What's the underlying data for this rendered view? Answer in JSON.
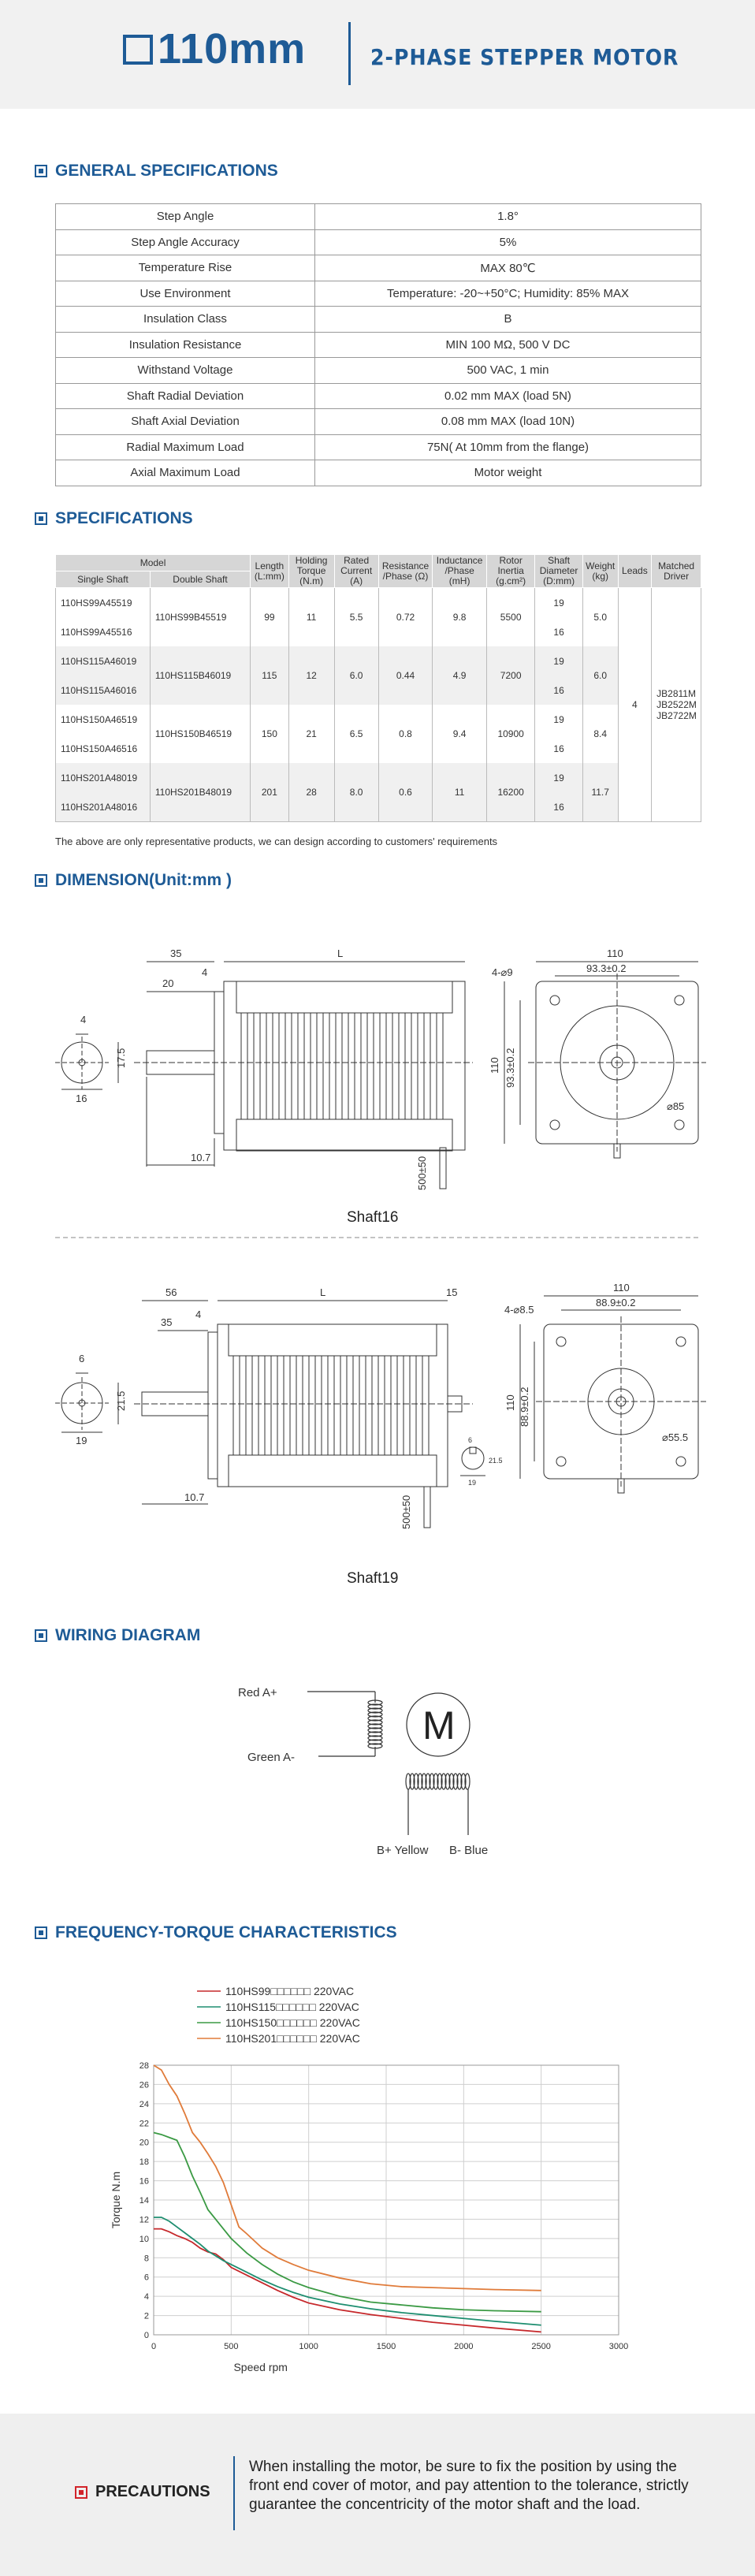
{
  "header": {
    "size": "110mm",
    "subtitle": "2-PHASE STEPPER MOTOR"
  },
  "sections": {
    "general": "GENERAL SPECIFICATIONS",
    "specs": "SPECIFICATIONS",
    "dimension": "DIMENSION(Unit:mm )",
    "wiring": "WIRING DIAGRAM",
    "ftc": "FREQUENCY-TORQUE CHARACTERISTICS"
  },
  "general_specs": [
    [
      "Step Angle",
      "1.8°"
    ],
    [
      "Step Angle Accuracy",
      "5%"
    ],
    [
      "Temperature Rise",
      "MAX 80℃"
    ],
    [
      "Use Environment",
      "Temperature: -20~+50°C; Humidity: 85% MAX"
    ],
    [
      "Insulation Class",
      "B"
    ],
    [
      "Insulation Resistance",
      "MIN 100 MΩ,   500 V DC"
    ],
    [
      "Withstand Voltage",
      "500 VAC,   1 min"
    ],
    [
      "Shaft Radial Deviation",
      "0.02 mm MAX (load 5N)"
    ],
    [
      "Shaft Axial Deviation",
      "0.08 mm MAX (load 10N)"
    ],
    [
      "Radial Maximum Load",
      "75N( At 10mm from the flange)"
    ],
    [
      "Axial Maximum Load",
      "Motor weight"
    ]
  ],
  "spec_table": {
    "h_model": "Model",
    "h_single": "Single Shaft",
    "h_double": "Double Shaft",
    "h_length": "Length (L:mm)",
    "h_torque": "Holding Torque (N.m)",
    "h_current": "Rated Current (A)",
    "h_resistance": "Resistance /Phase (Ω)",
    "h_inductance": "Inductance /Phase (mH)",
    "h_inertia": "Rotor Inertia (g.cm²)",
    "h_shaft": "Shaft Diameter (D:mm)",
    "h_weight": "Weight (kg)",
    "h_leads": "Leads",
    "h_driver": "Matched Driver",
    "groups": [
      {
        "single1": "110HS99A45519",
        "double": "110HS99B45519",
        "single2": "110HS99A45516",
        "length": "99",
        "torque": "11",
        "current": "5.5",
        "resistance": "0.72",
        "inductance": "9.8",
        "inertia": "5500",
        "shaft1": "19",
        "shaft2": "16",
        "weight": "5.0"
      },
      {
        "single1": "110HS115A46019",
        "double": "110HS115B46019",
        "single2": "110HS115A46016",
        "length": "115",
        "torque": "12",
        "current": "6.0",
        "resistance": "0.44",
        "inductance": "4.9",
        "inertia": "7200",
        "shaft1": "19",
        "shaft2": "16",
        "weight": "6.0"
      },
      {
        "single1": "110HS150A46519",
        "double": "110HS150B46519",
        "single2": "110HS150A46516",
        "length": "150",
        "torque": "21",
        "current": "6.5",
        "resistance": "0.8",
        "inductance": "9.4",
        "inertia": "10900",
        "shaft1": "19",
        "shaft2": "16",
        "weight": "8.4"
      },
      {
        "single1": "110HS201A48019",
        "double": "110HS201B48019",
        "single2": "110HS201A48016",
        "length": "201",
        "torque": "28",
        "current": "8.0",
        "resistance": "0.6",
        "inductance": "11",
        "inertia": "16200",
        "shaft1": "19",
        "shaft2": "16",
        "weight": "11.7"
      }
    ],
    "leads": "4",
    "drivers": [
      "JB2811M",
      "JB2522M",
      "JB2722M"
    ]
  },
  "note": "The above are only representative products, we can design according to customers' requirements",
  "dimension": {
    "shaft16": {
      "caption": "Shaft16",
      "d35": "35",
      "d4": "4",
      "d20": "20",
      "dL": "L",
      "d4b": "4",
      "d17_5": "17.5",
      "d16": "16",
      "d10_7": "10.7",
      "d500": "500±50",
      "d110": "110",
      "d93_3": "93.3±0.2",
      "holes": "4-⌀9",
      "d110v": "110",
      "d93_3v": "93.3±0.2",
      "d85": "⌀85"
    },
    "shaft19": {
      "caption": "Shaft19",
      "d56": "56",
      "d35": "35",
      "d4": "4",
      "dL": "L",
      "d15": "15",
      "d6": "6",
      "d21_5": "21.5",
      "d19": "19",
      "d10_7": "10.7",
      "d500": "500±50",
      "d110": "110",
      "d88_9": "88.9±0.2",
      "holes": "4-⌀8.5",
      "d110v": "110",
      "d88_9v": "88.9±0.2",
      "d55_5": "⌀55.5",
      "key1": "6",
      "key2": "21.5",
      "key3": "19"
    }
  },
  "wiring": {
    "red": "Red  A+",
    "green": "Green A-",
    "yellow": "B+ Yellow",
    "blue": "B- Blue",
    "motor": "M"
  },
  "chart_data": {
    "type": "line",
    "xlabel": "Speed  rpm",
    "ylabel": "Torque  N.m",
    "xlim": [
      0,
      3000
    ],
    "ylim": [
      0,
      28
    ],
    "xticks": [
      0,
      500,
      1000,
      1500,
      2000,
      2500,
      3000
    ],
    "yticks": [
      0,
      2,
      4,
      6,
      8,
      10,
      12,
      14,
      16,
      18,
      20,
      22,
      24,
      26,
      28
    ],
    "grid": true,
    "legend_position": "top-left",
    "series": [
      {
        "name": "110HS99□□□□□□     220VAC",
        "color": "#c6282b",
        "x": [
          0,
          50,
          100,
          150,
          200,
          250,
          300,
          350,
          400,
          450,
          500,
          600,
          700,
          800,
          900,
          1000,
          1200,
          1400,
          1600,
          1800,
          2000,
          2200,
          2500
        ],
        "y": [
          11.0,
          11.0,
          10.7,
          10.3,
          10.0,
          9.6,
          9.0,
          8.6,
          8.4,
          7.8,
          7.0,
          6.2,
          5.4,
          4.6,
          3.9,
          3.3,
          2.6,
          2.1,
          1.7,
          1.3,
          1.0,
          0.7,
          0.3
        ]
      },
      {
        "name": "110HS115□□□□□□  220VAC",
        "color": "#1e8e70",
        "x": [
          0,
          50,
          100,
          150,
          200,
          250,
          300,
          350,
          400,
          450,
          500,
          600,
          700,
          800,
          900,
          1000,
          1200,
          1400,
          1600,
          1800,
          2000,
          2200,
          2500
        ],
        "y": [
          12.2,
          12.2,
          11.8,
          11.2,
          10.6,
          10.0,
          9.4,
          8.7,
          8.2,
          7.7,
          7.3,
          6.5,
          5.7,
          5.0,
          4.4,
          3.9,
          3.2,
          2.7,
          2.3,
          2.0,
          1.7,
          1.4,
          1.0
        ]
      },
      {
        "name": "110HS150□□□□□□  220VAC",
        "color": "#3b9a44",
        "x": [
          0,
          50,
          100,
          150,
          200,
          250,
          300,
          350,
          400,
          450,
          500,
          600,
          700,
          800,
          900,
          1000,
          1200,
          1400,
          1600,
          1800,
          2000,
          2200,
          2500
        ],
        "y": [
          21.0,
          20.8,
          20.5,
          20.2,
          18.5,
          16.5,
          14.8,
          13.0,
          12.0,
          11.0,
          10.0,
          8.5,
          7.3,
          6.3,
          5.5,
          4.9,
          4.0,
          3.4,
          3.1,
          2.8,
          2.6,
          2.5,
          2.4
        ]
      },
      {
        "name": "110HS201□□□□□□  220VAC",
        "color": "#e07b3a",
        "x": [
          0,
          50,
          100,
          150,
          200,
          250,
          300,
          350,
          400,
          450,
          500,
          550,
          600,
          700,
          800,
          900,
          1000,
          1200,
          1400,
          1600,
          1800,
          2000,
          2200,
          2500
        ],
        "y": [
          28.0,
          27.5,
          26.0,
          24.8,
          23.0,
          21.0,
          20.0,
          18.8,
          17.5,
          15.8,
          13.5,
          11.2,
          10.5,
          9.0,
          8.0,
          7.3,
          6.7,
          5.9,
          5.3,
          5.0,
          4.9,
          4.8,
          4.7,
          4.6
        ]
      }
    ]
  },
  "precautions": {
    "title": "PRECAUTIONS",
    "text": "When installing the motor, be sure to fix the position by using the front end cover of motor, and pay attention to the tolerance, strictly guarantee the concentricity of the motor shaft and the load."
  }
}
